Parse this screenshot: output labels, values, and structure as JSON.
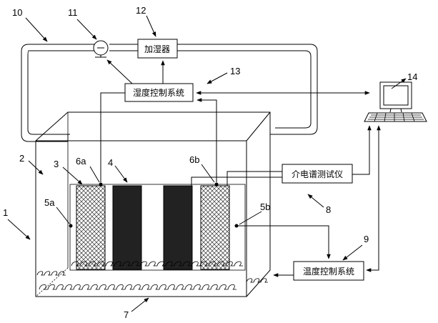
{
  "boxes": {
    "humidifier": "加湿器",
    "humidity_control": "湿度控制系统",
    "dielectric_tester": "介电谱测试仪",
    "temperature_control": "温度控制系统"
  },
  "callouts": {
    "n1": "1",
    "n2": "2",
    "n3": "3",
    "n4": "4",
    "n5a": "5a",
    "n5b": "5b",
    "n6a": "6a",
    "n6b": "6b",
    "n7": "7",
    "n8": "8",
    "n9": "9",
    "n10": "10",
    "n11": "11",
    "n12": "12",
    "n13": "13",
    "n14": "14"
  },
  "icons": {
    "pump": "pump-icon",
    "computer": "computer-icon"
  }
}
